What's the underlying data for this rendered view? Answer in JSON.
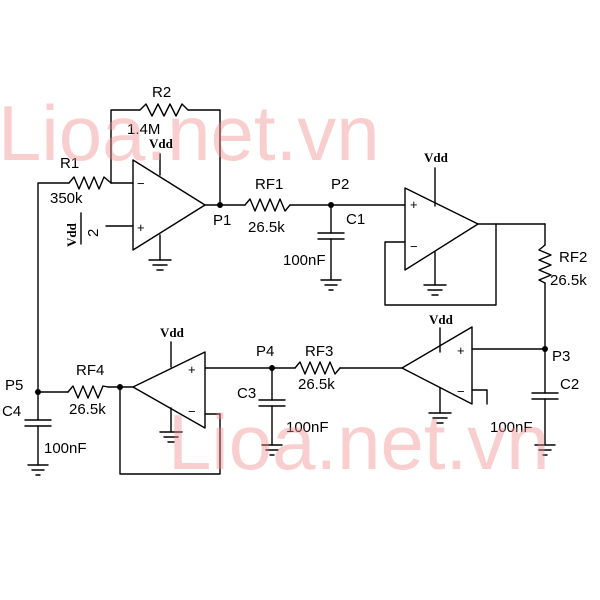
{
  "watermark": "Lioa.net.vn",
  "supply": "Vdd",
  "bias": {
    "num": "Vdd",
    "den": "2"
  },
  "pins": {
    "minus": "−",
    "plus": "+"
  },
  "components": {
    "R1": {
      "name": "R1",
      "value": "350k"
    },
    "R2": {
      "name": "R2",
      "value": "1.4M"
    },
    "RF1": {
      "name": "RF1",
      "value": "26.5k"
    },
    "RF2": {
      "name": "RF2",
      "value": "26.5k"
    },
    "RF3": {
      "name": "RF3",
      "value": "26.5k"
    },
    "RF4": {
      "name": "RF4",
      "value": "26.5k"
    },
    "C1": {
      "name": "C1",
      "value": "100nF"
    },
    "C2": {
      "name": "C2",
      "value": "100nF"
    },
    "C3": {
      "name": "C3",
      "value": "100nF"
    },
    "C4": {
      "name": "C4",
      "value": "100nF"
    }
  },
  "nodes": {
    "P1": "P1",
    "P2": "P2",
    "P3": "P3",
    "P4": "P4",
    "P5": "P5"
  }
}
